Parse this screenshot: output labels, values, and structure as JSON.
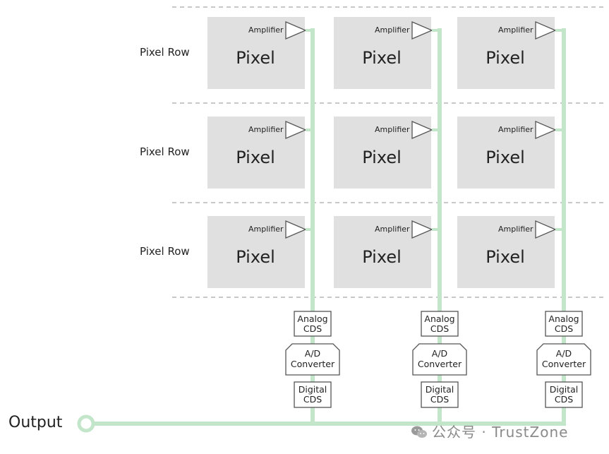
{
  "row_label": "Pixel Row",
  "pixel_label": "Pixel",
  "amplifier_label": "Amplifier",
  "columns": [
    {
      "analog_cds": [
        "Analog",
        "CDS"
      ],
      "adc": [
        "A/D",
        "Converter"
      ],
      "digital_cds": [
        "Digital",
        "CDS"
      ]
    },
    {
      "analog_cds": [
        "Analog",
        "CDS"
      ],
      "adc": [
        "A/D",
        "Converter"
      ],
      "digital_cds": [
        "Digital",
        "CDS"
      ]
    },
    {
      "analog_cds": [
        "Analog",
        "CDS"
      ],
      "adc": [
        "A/D",
        "Converter"
      ],
      "digital_cds": [
        "Digital",
        "CDS"
      ]
    }
  ],
  "rows": 3,
  "output_label": "Output",
  "watermark": "公众号 · TrustZone",
  "colors": {
    "pixel_fill": "#e0e0e0",
    "bus_green": "#c3e6cb",
    "dash_gray": "#c8c8c8",
    "stroke": "#555555",
    "text": "#222222"
  }
}
